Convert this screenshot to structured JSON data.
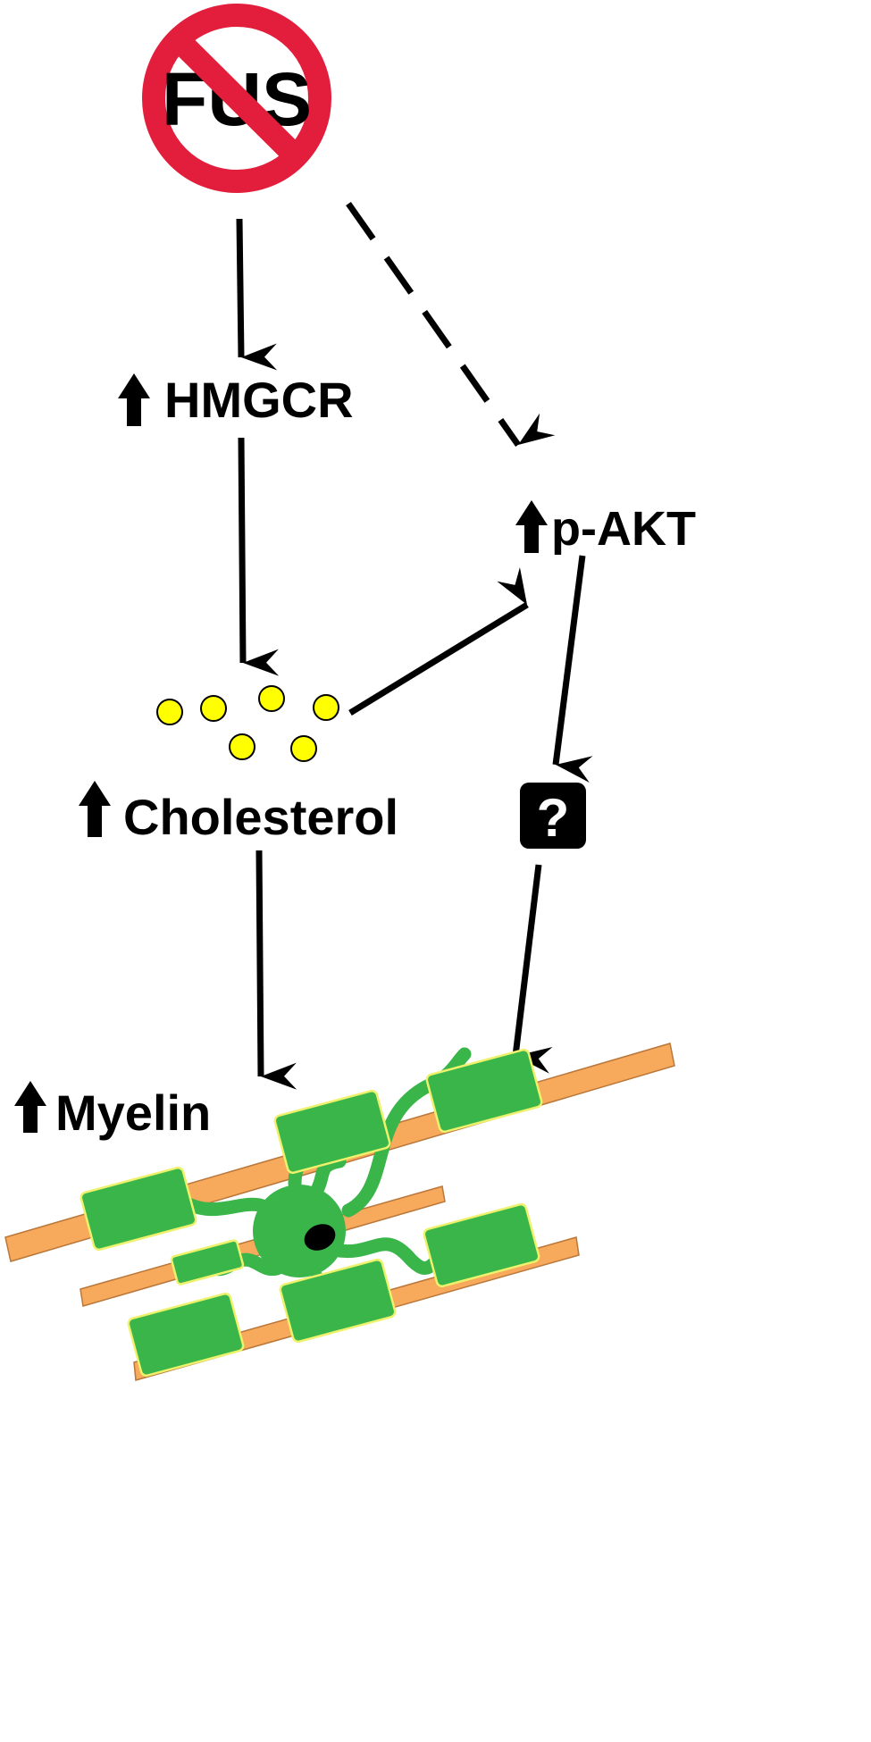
{
  "diagram": {
    "fus_symbol": {
      "label": "FUS",
      "ring_color": "#e31e3c"
    },
    "nodes": {
      "hmgcr": "HMGCR",
      "pakt": "p-AKT",
      "cholesterol": "Cholesterol",
      "unknown": "?",
      "myelin": "Myelin"
    },
    "colors": {
      "cholesterol_dot": "#ffff00",
      "oligodendrocyte": "#3ab54a",
      "axon": "#f7a95c",
      "arrow": "#000000"
    },
    "icons": {
      "increase": "up-arrow-icon",
      "unknown": "question-mark-icon",
      "inhibition": "prohibition-icon"
    }
  }
}
